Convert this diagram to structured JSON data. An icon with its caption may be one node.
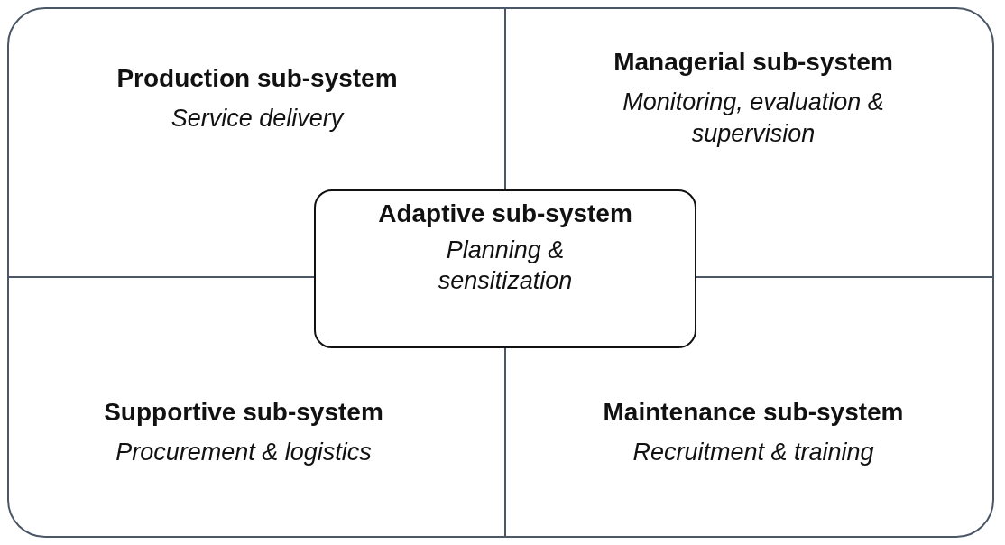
{
  "diagram": {
    "nodes": [
      {
        "text": [],
        "shape": "box"
      },
      {
        "text": [
          "Production sub-system",
          "Service delivery"
        ],
        "in": 0
      },
      {
        "text": [
          "Managerial sub-system",
          "Monitoring, evaluation & supervision"
        ],
        "in": 0
      },
      {
        "text": [
          "Adaptive sub-system",
          "Planning & sensitization"
        ],
        "in": 0
      },
      {
        "text": [
          "Supportive sub-system",
          "Procurement & logistics"
        ],
        "in": 0
      },
      {
        "text": [
          "Maintenance sub-system",
          "Recruitment & training"
        ],
        "in": 0
      }
    ]
  }
}
